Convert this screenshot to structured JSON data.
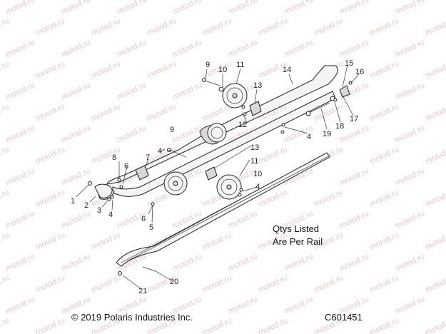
{
  "watermark": "motod.ru",
  "note": {
    "line1": "Qtys Listed",
    "line2": "Are Per Rail"
  },
  "footer": {
    "copyright": "© 2019 Polaris Industries Inc.",
    "code": "C601451"
  },
  "callouts": {
    "c1": "1",
    "c2": "2",
    "c3": "3",
    "c4a": "4",
    "c4b": "4",
    "c4c": "4",
    "c4d": "4",
    "c5": "5",
    "c6a": "6",
    "c6b": "6",
    "c7": "7",
    "c8": "8",
    "c9a": "9",
    "c9b": "9",
    "c10a": "10",
    "c10b": "10",
    "c11a": "11",
    "c11b": "11",
    "c12": "12",
    "c13a": "13",
    "c13b": "13",
    "c14": "14",
    "c15": "15",
    "c16": "16",
    "c17": "17",
    "c18": "18",
    "c19": "19",
    "c20": "20",
    "c21": "21"
  }
}
